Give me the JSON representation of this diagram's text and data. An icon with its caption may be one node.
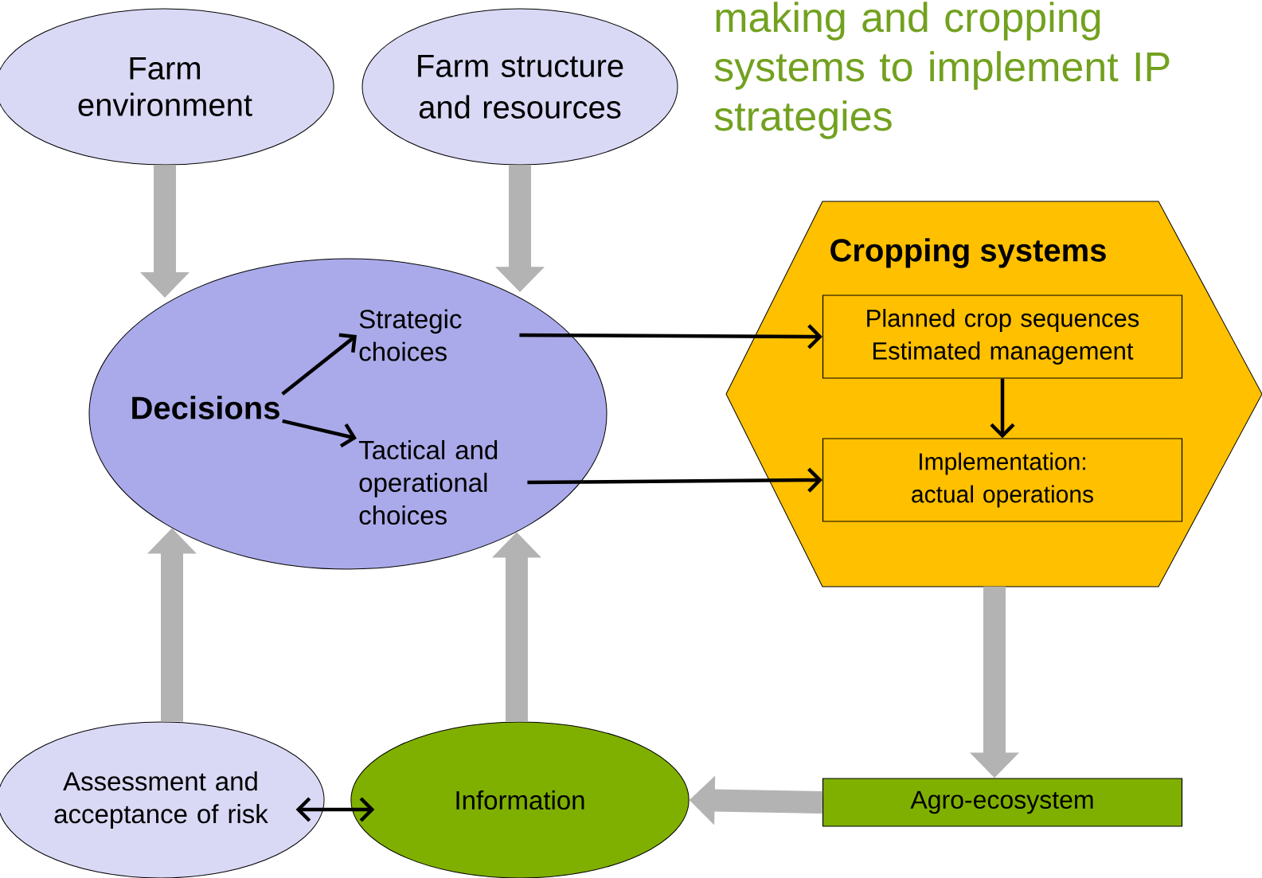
{
  "diagram": {
    "title": "making and cropping systems to implement IP strategies",
    "nodes": [
      {
        "text": [
          "Farm environment"
        ]
      },
      {
        "text": [
          "Farm structure and resources"
        ]
      },
      {
        "text": [],
        "shape": "ellipse"
      },
      {
        "text": [
          "Decisions"
        ],
        "in": 2
      },
      {
        "text": [
          "Strategic choices"
        ],
        "in": 2
      },
      {
        "text": [
          "Tactical and operational choices"
        ],
        "in": 2
      },
      {
        "text": [
          "Cropping systems"
        ]
      },
      {
        "text": [
          "Planned crop sequences Estimated management"
        ],
        "in": 6
      },
      {
        "text": [
          "Implementation: actual operations"
        ],
        "in": 6
      },
      {
        "text": [
          "Assessment and acceptance of risk"
        ]
      },
      {
        "text": [
          "Information"
        ]
      },
      {
        "text": [
          "Agro-ecosystem"
        ]
      }
    ],
    "edges": [
      {
        "from": 0,
        "to": 2,
        "arrow": "to",
        "style": "thick",
        "color": "#b3b3b3"
      },
      {
        "from": 1,
        "to": 2,
        "arrow": "to",
        "style": "thick",
        "color": "#b3b3b3"
      },
      {
        "from": 3,
        "to": 4,
        "arrow": "to",
        "color": "#000000"
      },
      {
        "from": 3,
        "to": 5,
        "arrow": "to",
        "color": "#000000"
      },
      {
        "from": 4,
        "to": 7,
        "arrow": "to",
        "color": "#000000"
      },
      {
        "from": 5,
        "to": 8,
        "arrow": "to",
        "color": "#000000"
      },
      {
        "from": 7,
        "to": 8,
        "arrow": "to",
        "color": "#000000"
      },
      {
        "from": 6,
        "to": 11,
        "arrow": "to",
        "style": "thick",
        "color": "#b3b3b3"
      },
      {
        "from": 11,
        "to": 10,
        "arrow": "to",
        "style": "thick",
        "color": "#b3b3b3"
      },
      {
        "from": 9,
        "to": 2,
        "arrow": "to",
        "style": "thick",
        "color": "#b3b3b3"
      },
      {
        "from": 10,
        "to": 2,
        "arrow": "to",
        "style": "thick",
        "color": "#b3b3b3"
      },
      {
        "from": 9,
        "to": 10,
        "arrow": "both",
        "color": "#000000"
      }
    ]
  }
}
